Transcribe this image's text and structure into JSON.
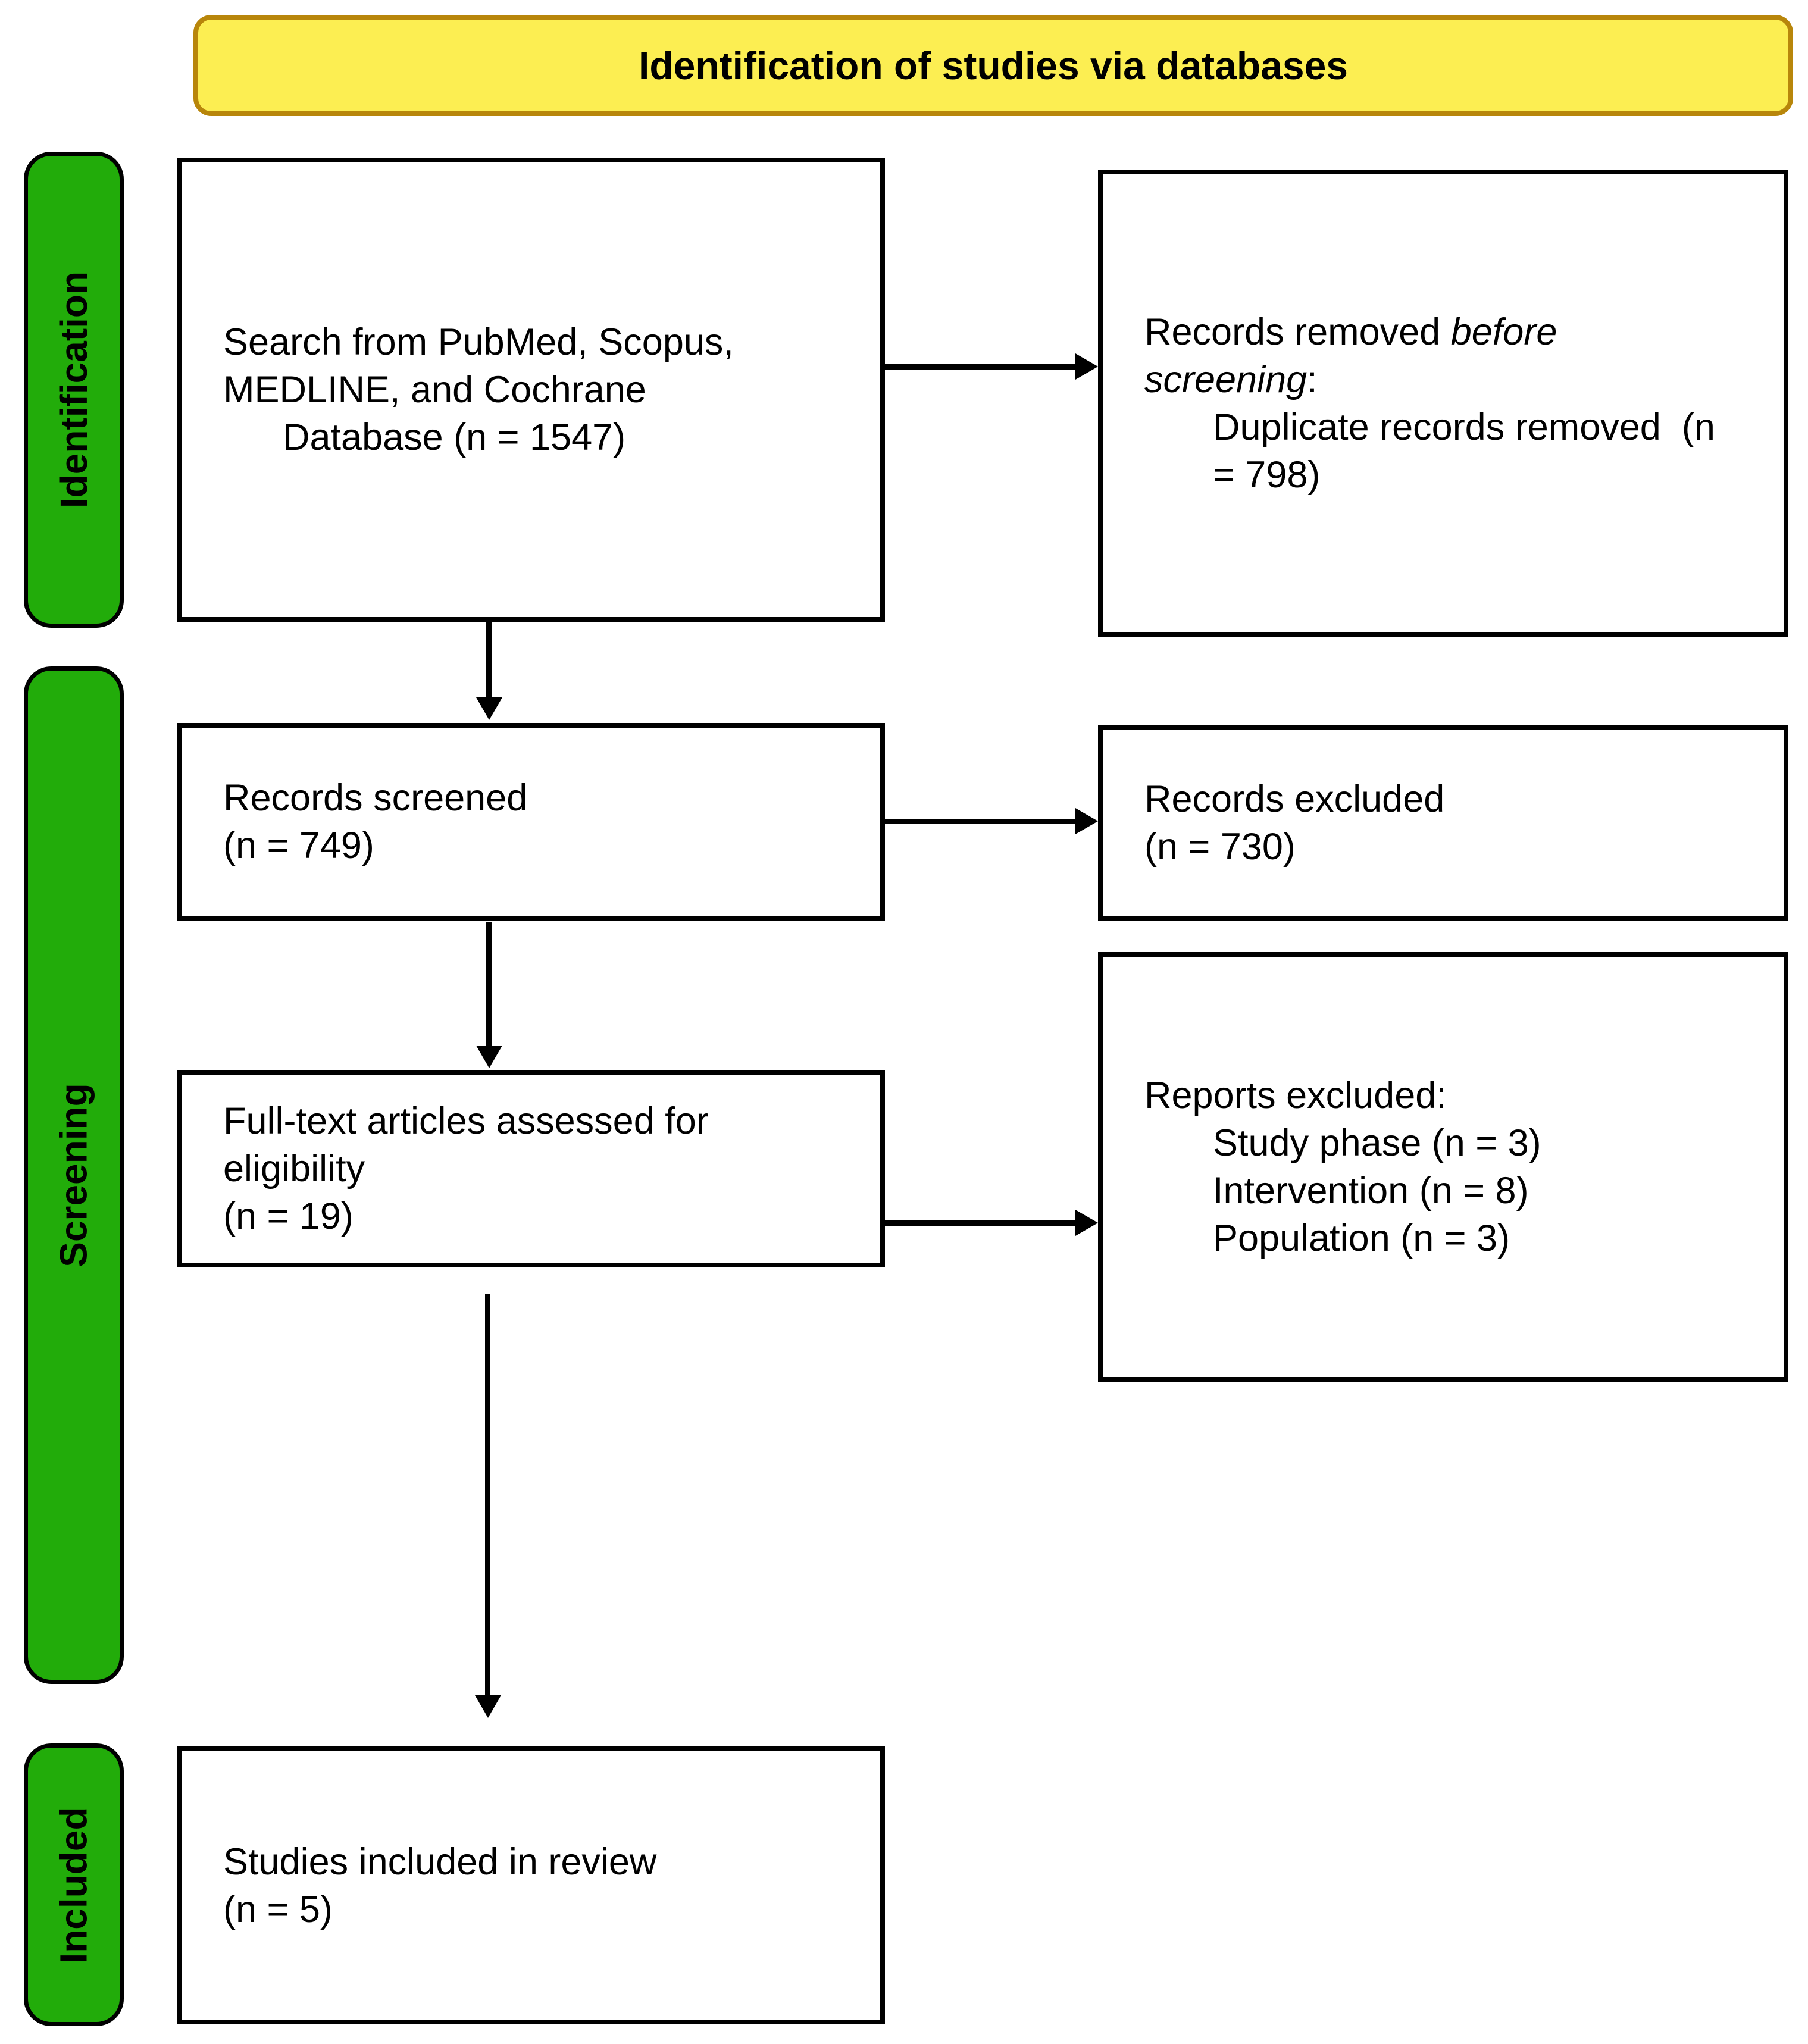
{
  "header": {
    "title": "Identification of studies via databases"
  },
  "sidebar": {
    "identification_label": "Identification",
    "screening_label": "Screening",
    "included_label": "Included"
  },
  "boxes": {
    "search": {
      "line1": "Search from PubMed, Scopus,",
      "line2": "MEDLINE, and Cochrane",
      "line3": "Database (n = 1547)"
    },
    "records_removed": {
      "line1_normal": "Records removed ",
      "line1_italic": "before",
      "line2_italic": "screening",
      "line2_normal": ":",
      "line3": "Duplicate records removed  (n",
      "line4": "= 798)"
    },
    "records_screened": {
      "line1": "Records screened",
      "line2": "(n = 749)"
    },
    "records_excluded": {
      "line1": "Records excluded",
      "line2": "(n = 730)"
    },
    "fulltext": {
      "line1": "Full-text articles assessed for",
      "line2": "eligibility",
      "line3": "(n = 19)"
    },
    "reports_excluded": {
      "line1": "Reports excluded:",
      "line2": "Study phase (n = 3)",
      "line3": "Intervention (n = 8)",
      "line4": "Population (n = 3)"
    },
    "included_studies": {
      "line1": "Studies included in review",
      "line2": "(n = 5)"
    }
  },
  "colors": {
    "stage_green": "#22AC0A",
    "header_yellow": "#FCEE52",
    "header_border": "#B8860B",
    "box_border": "#000000"
  }
}
